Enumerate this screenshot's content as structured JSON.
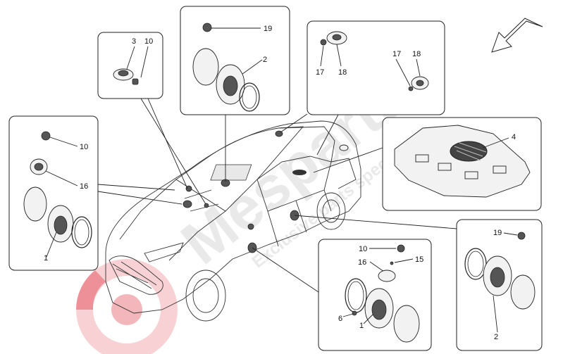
{
  "watermark": {
    "brand": "Mesparts",
    "tagline": "Exclusive parts specialist",
    "logo_color": "#e8404b"
  },
  "labels": {
    "box_tweeter_front": {
      "part_a": "3",
      "part_b": "10"
    },
    "box_door_front": {
      "part": "19",
      "speaker": "2"
    },
    "box_roof": {
      "a1": "17",
      "a2": "18",
      "b1": "17",
      "b2": "18"
    },
    "box_dash_left": {
      "nut": "10",
      "tweeter": "16",
      "woofer": "1"
    },
    "box_subwoofer": {
      "part": "4"
    },
    "box_door_center": {
      "nut": "10",
      "tweeter": "16",
      "screw": "15",
      "clip": "6",
      "woofer": "1"
    },
    "box_door_rear": {
      "nut": "19",
      "speaker": "2"
    }
  },
  "icons": {
    "direction_arrow": "arrow-down-left-icon",
    "logo": "brake-disc-logo"
  }
}
